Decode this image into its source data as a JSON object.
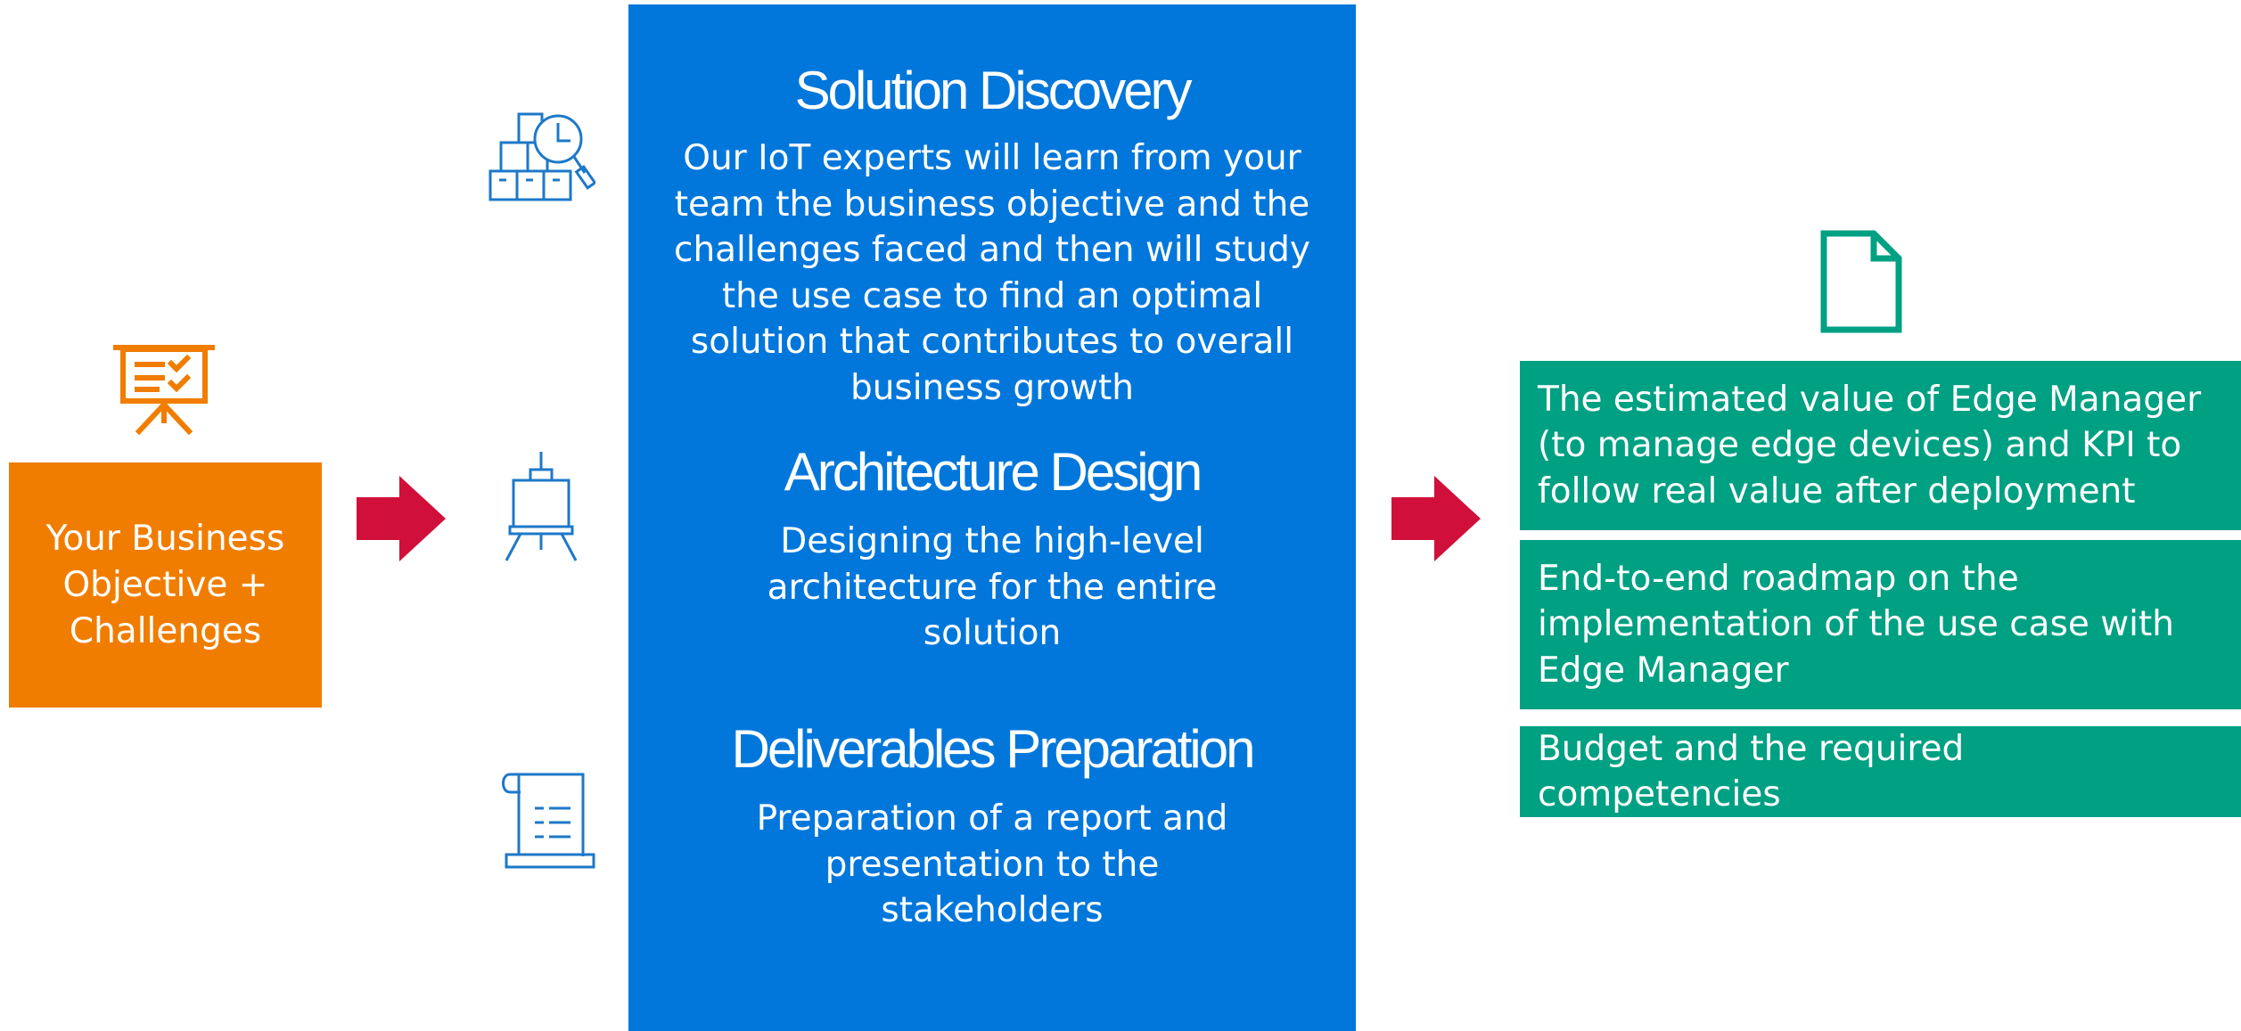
{
  "objective": {
    "label": "Your Business Objective + Challenges",
    "icon": "presentation-board-icon",
    "color": "#F07D00"
  },
  "arrows": {
    "color": "#D0103A",
    "icon": "right-arrow-icon"
  },
  "process": {
    "color": "#0277DB",
    "steps": [
      {
        "title": "Solution Discovery",
        "description": "Our IoT experts will learn from your team the business objective and the challenges faced and then will study the use case to find an optimal solution that contributes to overall business growth",
        "icon": "boxes-search-icon"
      },
      {
        "title": "Architecture Design",
        "description": "Designing the high-level architecture for the entire solution",
        "icon": "easel-icon"
      },
      {
        "title": "Deliverables Preparation",
        "description": "Preparation of a report and presentation to the stakeholders",
        "icon": "scroll-document-icon"
      }
    ]
  },
  "deliverables": {
    "color": "#00A083",
    "icon": "document-icon",
    "items": [
      "The estimated value of Edge Manager (to manage edge devices) and KPI to follow real value after deployment",
      "End-to-end roadmap on the implementation of the use case with Edge Manager",
      "Budget and the required competencies"
    ]
  }
}
